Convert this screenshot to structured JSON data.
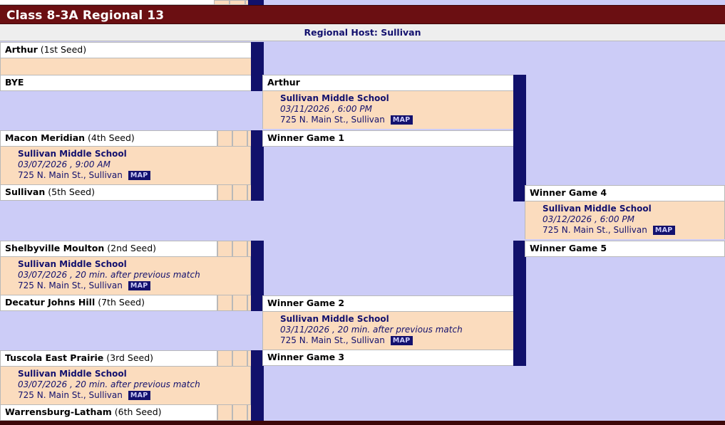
{
  "title": "Class 8-3A Regional 13",
  "host_label": "Regional Host: Sullivan",
  "map_label": "MAP",
  "colors": {
    "title_bar": "#6b0f12",
    "host_bar": "#eeeeee",
    "host_text": "#13116e",
    "bracket_bg": "#ccccf7",
    "game_detail_bg": "#fbdcbe",
    "team_bg": "#ffffff",
    "connector": "#11116b",
    "map_button": "#13116e",
    "bottom_bar": "#3d0709"
  },
  "round1": [
    {
      "top_team": "Arthur",
      "top_seed": "(1st Seed)",
      "bottom_team": "BYE",
      "bottom_seed": "",
      "venue": "",
      "when": "",
      "address": "",
      "has_detail": false
    },
    {
      "top_team": "Macon Meridian",
      "top_seed": "(4th Seed)",
      "bottom_team": "Sullivan",
      "bottom_seed": "(5th Seed)",
      "venue": "Sullivan Middle School",
      "when": "03/07/2026 , 9:00 AM",
      "address": "725 N. Main St., Sullivan",
      "has_detail": true
    },
    {
      "top_team": "Shelbyville Moulton",
      "top_seed": "(2nd Seed)",
      "bottom_team": "Decatur Johns Hill",
      "bottom_seed": "(7th Seed)",
      "venue": "Sullivan Middle School",
      "when": "03/07/2026 , 20 min. after previous match",
      "address": "725 N. Main St., Sullivan",
      "has_detail": true
    },
    {
      "top_team": "Tuscola East Prairie",
      "top_seed": "(3rd Seed)",
      "bottom_team": "Warrensburg-Latham",
      "bottom_seed": "(6th Seed)",
      "venue": "Sullivan Middle School",
      "when": "03/07/2026 , 20 min. after previous match",
      "address": "725 N. Main St., Sullivan",
      "has_detail": true
    }
  ],
  "round2": [
    {
      "top_team": "Arthur",
      "bottom_team": "Winner Game 1",
      "venue": "Sullivan Middle School",
      "when": "03/11/2026 , 6:00 PM",
      "address": "725 N. Main St., Sullivan"
    },
    {
      "top_team": "Winner Game 2",
      "bottom_team": "Winner Game 3",
      "venue": "Sullivan Middle School",
      "when": "03/11/2026 , 20 min. after previous match",
      "address": "725 N. Main St., Sullivan"
    }
  ],
  "round3": [
    {
      "top_team": "Winner Game 4",
      "bottom_team": "Winner Game 5",
      "venue": "Sullivan Middle School",
      "when": "03/12/2026 , 6:00 PM",
      "address": "725 N. Main St., Sullivan"
    }
  ]
}
